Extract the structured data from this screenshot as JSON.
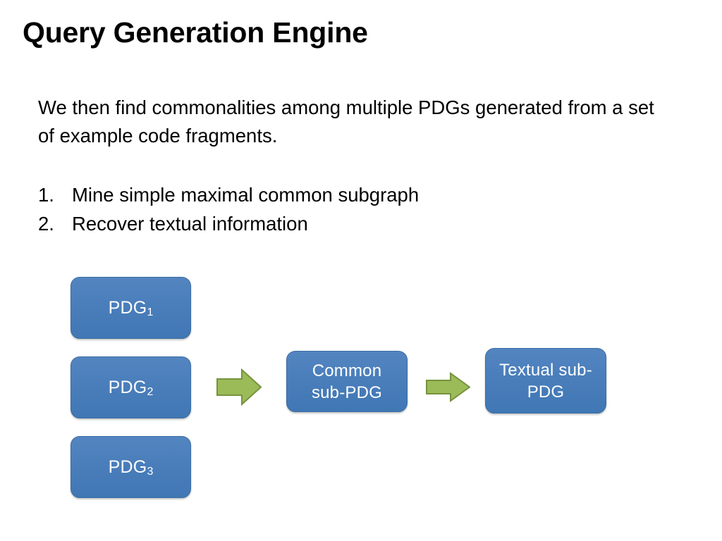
{
  "slide": {
    "title": "Query Generation Engine",
    "background_color": "#FFFFFF",
    "body_paragraph": "We then find commonalities among multiple PDGs generated from a set of example code fragments.",
    "steps": [
      {
        "number": "1.",
        "text": "Mine simple maximal common subgraph"
      },
      {
        "number": "2.",
        "text": "Recover textual information"
      }
    ]
  },
  "diagram": {
    "node_fill_color": "#4A7EBB",
    "node_border_color": "#3C6EA5",
    "node_text_color": "#FFFFFF",
    "arrow_fill_color": "#9BBB59",
    "arrow_border_color": "#77933C",
    "inputs": [
      {
        "label_base": "PDG",
        "label_sub": "1",
        "label": "PDG1"
      },
      {
        "label_base": "PDG",
        "label_sub": "2",
        "label": "PDG2"
      },
      {
        "label_base": "PDG",
        "label_sub": "3",
        "label": "PDG3"
      }
    ],
    "stages": [
      {
        "line1": "Common",
        "line2": "sub-PDG",
        "label": "Common sub-PDG"
      },
      {
        "line1": "Textual sub-",
        "line2": "PDG",
        "label": "Textual sub-PDG"
      }
    ],
    "arrows": [
      {
        "name": "arrow-inputs-to-common",
        "direction": "right"
      },
      {
        "name": "arrow-common-to-textual",
        "direction": "right"
      }
    ]
  }
}
